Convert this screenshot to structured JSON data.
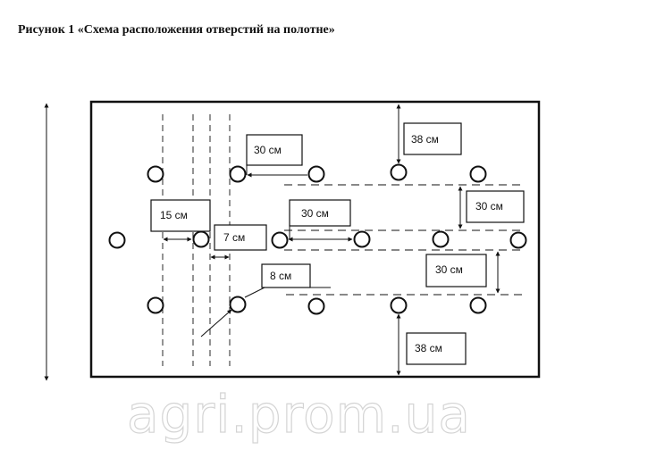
{
  "caption": "Рисунок 1 «Схема расположения отверстий на полотне»",
  "labels": {
    "dim_38_top": "38 см",
    "dim_30_upper_left": "30 см",
    "dim_15": "15 см",
    "dim_30_middle": "30 см",
    "dim_30_right_top": "30 см",
    "dim_7": "7 см",
    "dim_8": "8 см",
    "dim_30_right_bottom": "30 см",
    "dim_38_bottom": "38 см"
  },
  "watermark": "agri.prom.ua",
  "colors": {
    "ink": "#111111",
    "watermark": "#d4d4d4",
    "background": "#ffffff"
  }
}
